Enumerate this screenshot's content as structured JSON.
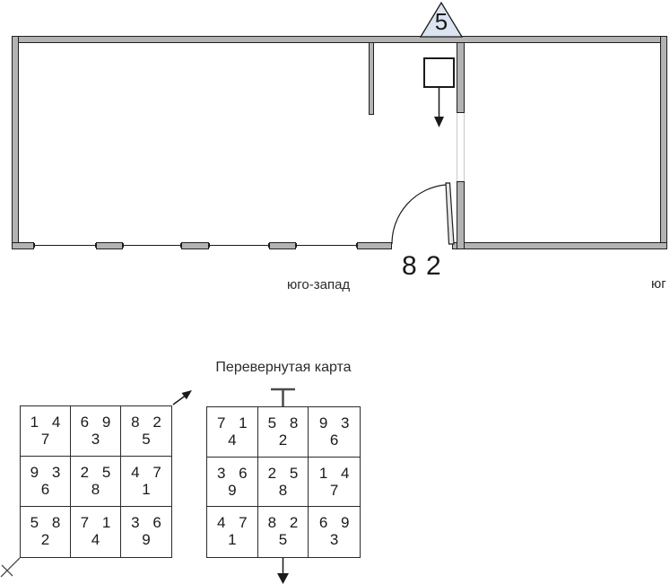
{
  "floor_plan": {
    "marker_number": "5",
    "door_number": "8 2",
    "label_southwest": "юго-запад",
    "label_south": "юг"
  },
  "maps": {
    "flipped_title": "Перевернутая карта",
    "normal": {
      "rows": [
        {
          "cells": [
            {
              "top": "1 4",
              "bottom": "7"
            },
            {
              "top": "6 9",
              "bottom": "3"
            },
            {
              "top": "8 2",
              "bottom": "5"
            }
          ]
        },
        {
          "cells": [
            {
              "top": "9 3",
              "bottom": "6"
            },
            {
              "top": "2 5",
              "bottom": "8"
            },
            {
              "top": "4 7",
              "bottom": "1"
            }
          ]
        },
        {
          "cells": [
            {
              "top": "5 8",
              "bottom": "2"
            },
            {
              "top": "7 1",
              "bottom": "4"
            },
            {
              "top": "3 6",
              "bottom": "9"
            }
          ]
        }
      ]
    },
    "flipped": {
      "rows": [
        {
          "cells": [
            {
              "top": "7 1",
              "bottom": "4"
            },
            {
              "top": "5 8",
              "bottom": "2"
            },
            {
              "top": "9 3",
              "bottom": "6"
            }
          ]
        },
        {
          "cells": [
            {
              "top": "3 6",
              "bottom": "9"
            },
            {
              "top": "2 5",
              "bottom": "8"
            },
            {
              "top": "1 4",
              "bottom": "7"
            }
          ]
        },
        {
          "cells": [
            {
              "top": "4 7",
              "bottom": "1"
            },
            {
              "top": "8 2",
              "bottom": "5"
            },
            {
              "top": "6 9",
              "bottom": "3"
            }
          ]
        }
      ]
    }
  },
  "colors": {
    "wall_fill": "#b3b3b3",
    "wall_border": "#1f1f1f",
    "triangle_fill": "#dbe4f0",
    "line": "#1a1a1a",
    "window_light": "#c9c9c9"
  }
}
